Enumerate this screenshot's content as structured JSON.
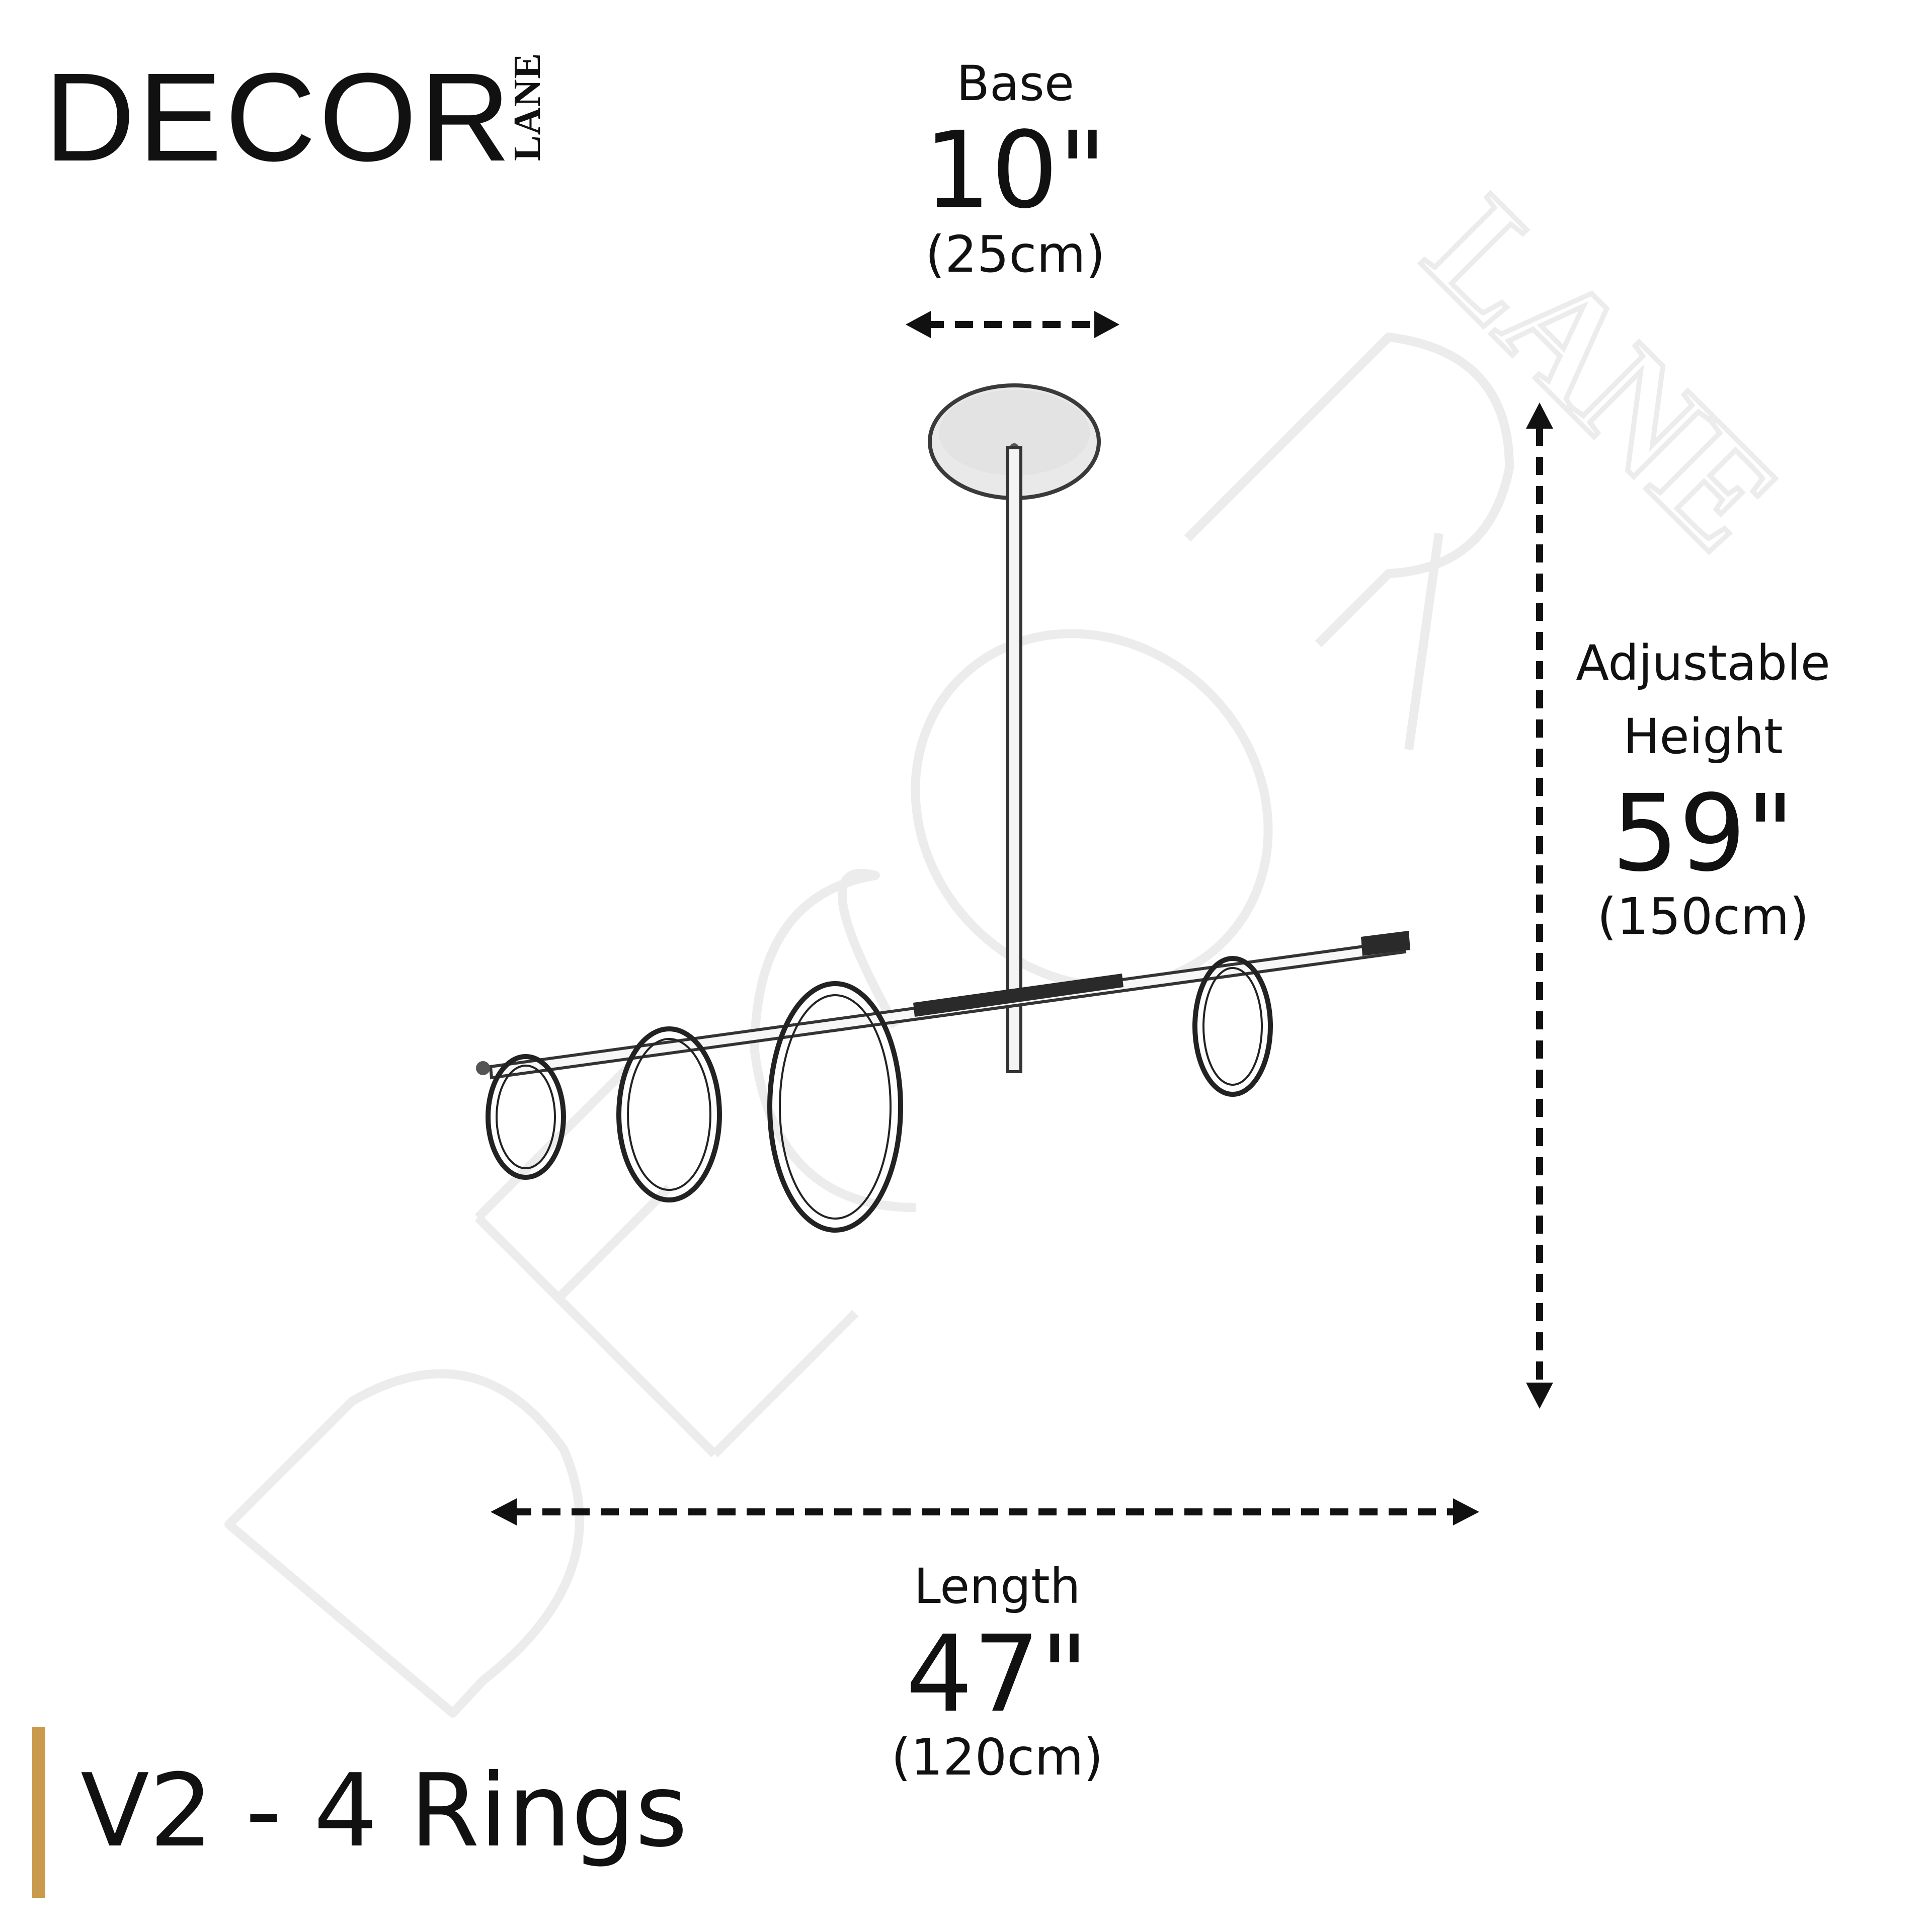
{
  "brand": {
    "name": "DECOR",
    "sub": "LANE",
    "watermark_main": "DECOR",
    "watermark_sub": "LANE"
  },
  "base": {
    "label": "Base",
    "imperial": "10\"",
    "metric": "(25cm)"
  },
  "height": {
    "label_line1": "Adjustable",
    "label_line2": "Height",
    "imperial": "59\"",
    "metric": "(150cm)"
  },
  "length": {
    "label": "Length",
    "imperial": "47\"",
    "metric": "(120cm)"
  },
  "variant": {
    "title": "V2 - 4 Rings"
  },
  "colors": {
    "accent": "#c99a4b",
    "ink": "#111111",
    "watermark": "#ececec"
  },
  "icons": {
    "dimension_arrow": "double-headed-dashed-arrow"
  }
}
